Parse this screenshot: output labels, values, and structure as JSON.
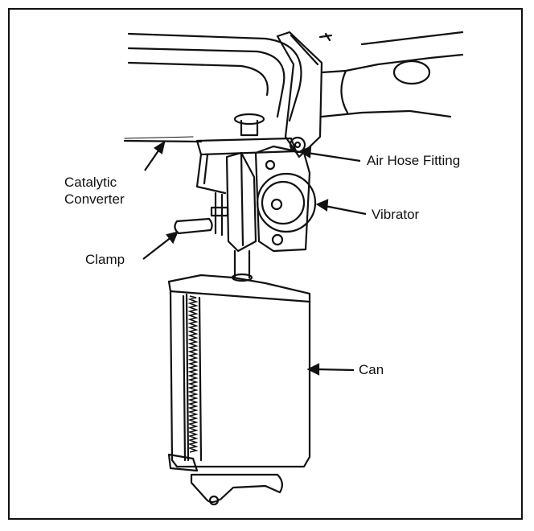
{
  "labels": {
    "catalytic_converter": "Catalytic\nConverter",
    "catalytic_line1": "Catalytic",
    "catalytic_line2": "Converter",
    "air_hose_fitting": "Air Hose Fitting",
    "vibrator": "Vibrator",
    "clamp": "Clamp",
    "can": "Can"
  },
  "colors": {
    "ink": "#111111",
    "paper": "#ffffff"
  }
}
